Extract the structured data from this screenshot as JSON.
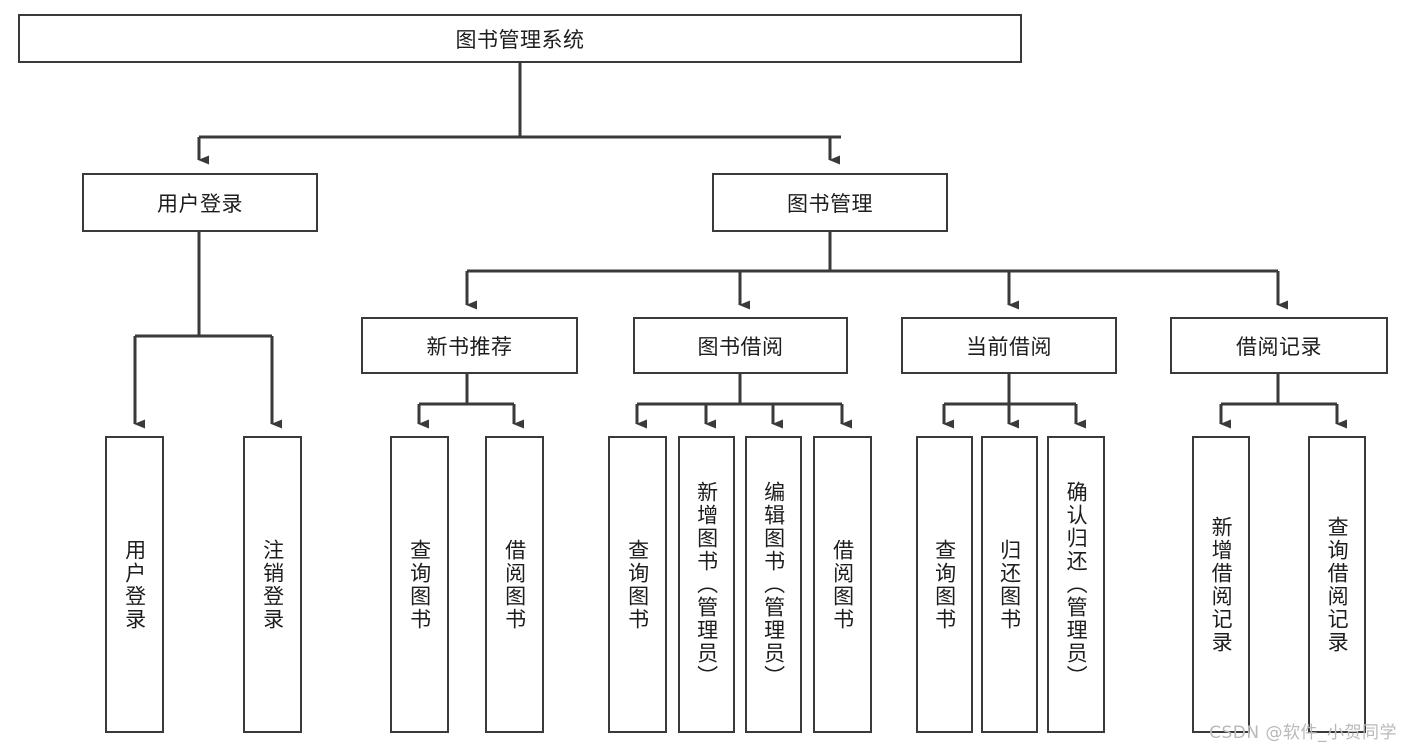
{
  "diagram": {
    "type": "tree-hierarchy",
    "title_node": {
      "label": "图书管理系统"
    },
    "level1": [
      {
        "id": "user-login",
        "label": "用户登录"
      },
      {
        "id": "book-management",
        "label": "图书管理"
      }
    ],
    "level2": [
      {
        "id": "new-book-recommend",
        "label": "新书推荐",
        "parent": "book-management"
      },
      {
        "id": "book-borrow",
        "label": "图书借阅",
        "parent": "book-management"
      },
      {
        "id": "current-borrow",
        "label": "当前借阅",
        "parent": "book-management"
      },
      {
        "id": "borrow-record",
        "label": "借阅记录",
        "parent": "book-management"
      }
    ],
    "leaves": [
      {
        "id": "leaf-user-login",
        "label": "用户登录",
        "parent": "user-login"
      },
      {
        "id": "leaf-logout-login",
        "label": "注销登录",
        "parent": "user-login"
      },
      {
        "id": "leaf-query-book-1",
        "label": "查询图书",
        "parent": "new-book-recommend"
      },
      {
        "id": "leaf-borrow-book-1",
        "label": "借阅图书",
        "parent": "new-book-recommend"
      },
      {
        "id": "leaf-query-book-2",
        "label": "查询图书",
        "parent": "book-borrow"
      },
      {
        "id": "leaf-add-book",
        "label": "新增图书（管理员）",
        "parent": "book-borrow"
      },
      {
        "id": "leaf-edit-book",
        "label": "编辑图书（管理员）",
        "parent": "book-borrow"
      },
      {
        "id": "leaf-borrow-book-2",
        "label": "借阅图书",
        "parent": "book-borrow"
      },
      {
        "id": "leaf-query-book-3",
        "label": "查询图书",
        "parent": "current-borrow"
      },
      {
        "id": "leaf-return-book",
        "label": "归还图书",
        "parent": "current-borrow"
      },
      {
        "id": "leaf-confirm-return",
        "label": "确认归还（管理员）",
        "parent": "current-borrow"
      },
      {
        "id": "leaf-add-record",
        "label": "新增借阅记录",
        "parent": "borrow-record"
      },
      {
        "id": "leaf-query-record",
        "label": "查询借阅记录",
        "parent": "borrow-record"
      }
    ],
    "watermark": "CSDN @软件_小贺同学",
    "colors": {
      "stroke": "#3a3a3a",
      "fill": "#ffffff",
      "text": "#1d1d1d",
      "watermark": "#b9b9b9"
    }
  }
}
